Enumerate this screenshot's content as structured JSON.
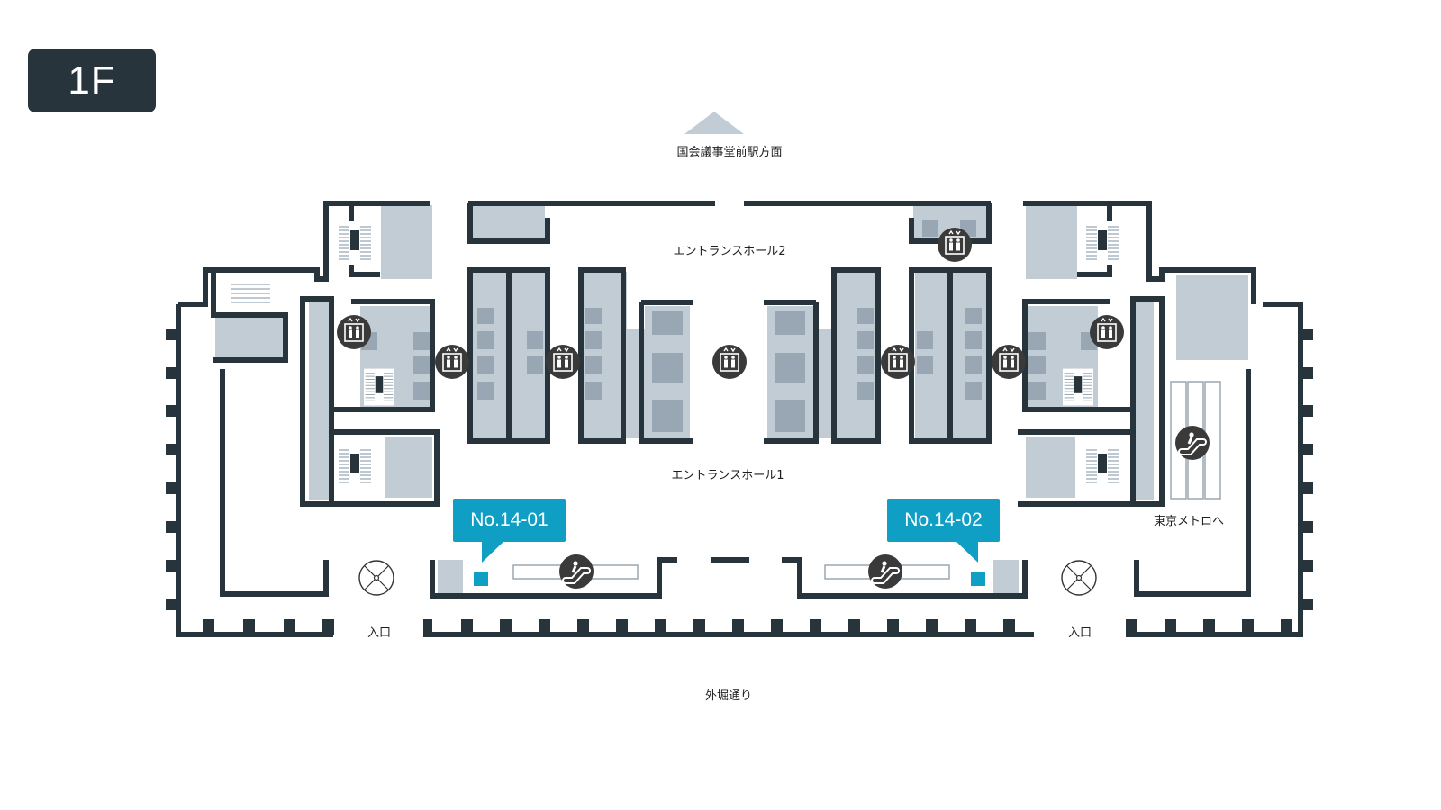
{
  "floor": {
    "label": "1F"
  },
  "labels": {
    "direction_north": "国会議事堂前駅方面",
    "hall_2": "エントランスホール2",
    "hall_1": "エントランスホール1",
    "metro": "東京メトロへ",
    "entrance_left": "入口",
    "entrance_right": "入口",
    "street": "外堀通り"
  },
  "callouts": [
    {
      "id": "no-14-01",
      "text": "No.14-01"
    },
    {
      "id": "no-14-02",
      "text": "No.14-02"
    }
  ],
  "icons": {
    "elevator": "elevator-icon",
    "escalator": "escalator-icon",
    "revolving_door": "revolving-door-icon",
    "stairs": "stairs-icon",
    "arrow_up": "direction-arrow-icon"
  },
  "colors": {
    "wall": "#27343c",
    "room": "#c1ccd5",
    "room_dark": "#98a7b3",
    "icon_bg": "#3a3a3a",
    "callout": "#0f9ec4",
    "marker": "#0f9ec4"
  }
}
